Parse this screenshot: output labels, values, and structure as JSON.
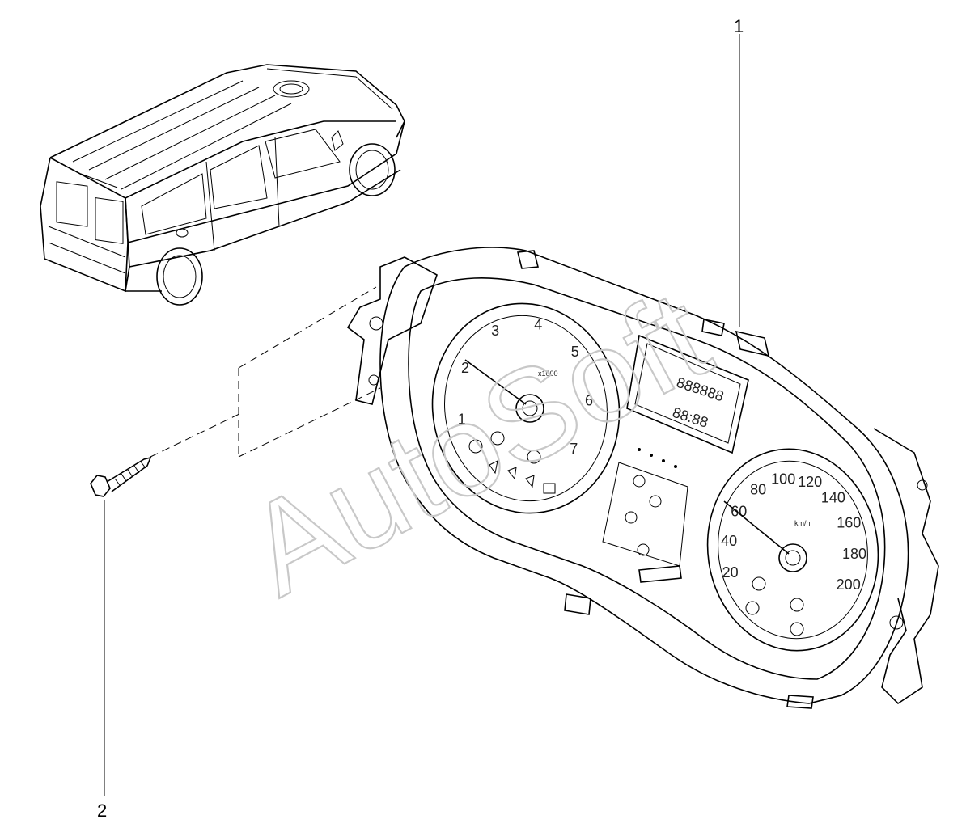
{
  "diagram": {
    "callouts": [
      {
        "id": "1",
        "label": "1"
      },
      {
        "id": "2",
        "label": "2"
      }
    ],
    "watermark": "AutoSoft",
    "tachometer": {
      "numbers": [
        "1",
        "2",
        "3",
        "4",
        "5",
        "6",
        "7"
      ],
      "unit": "x1000"
    },
    "speedometer": {
      "numbers": [
        "20",
        "40",
        "60",
        "80",
        "100",
        "120",
        "140",
        "160",
        "180",
        "200"
      ],
      "unit": "km/h"
    },
    "display": {
      "odometer": "888888",
      "clock": "88:88"
    },
    "icons": [
      "vehicle-icon",
      "instrument-cluster-icon",
      "screw-icon"
    ]
  }
}
